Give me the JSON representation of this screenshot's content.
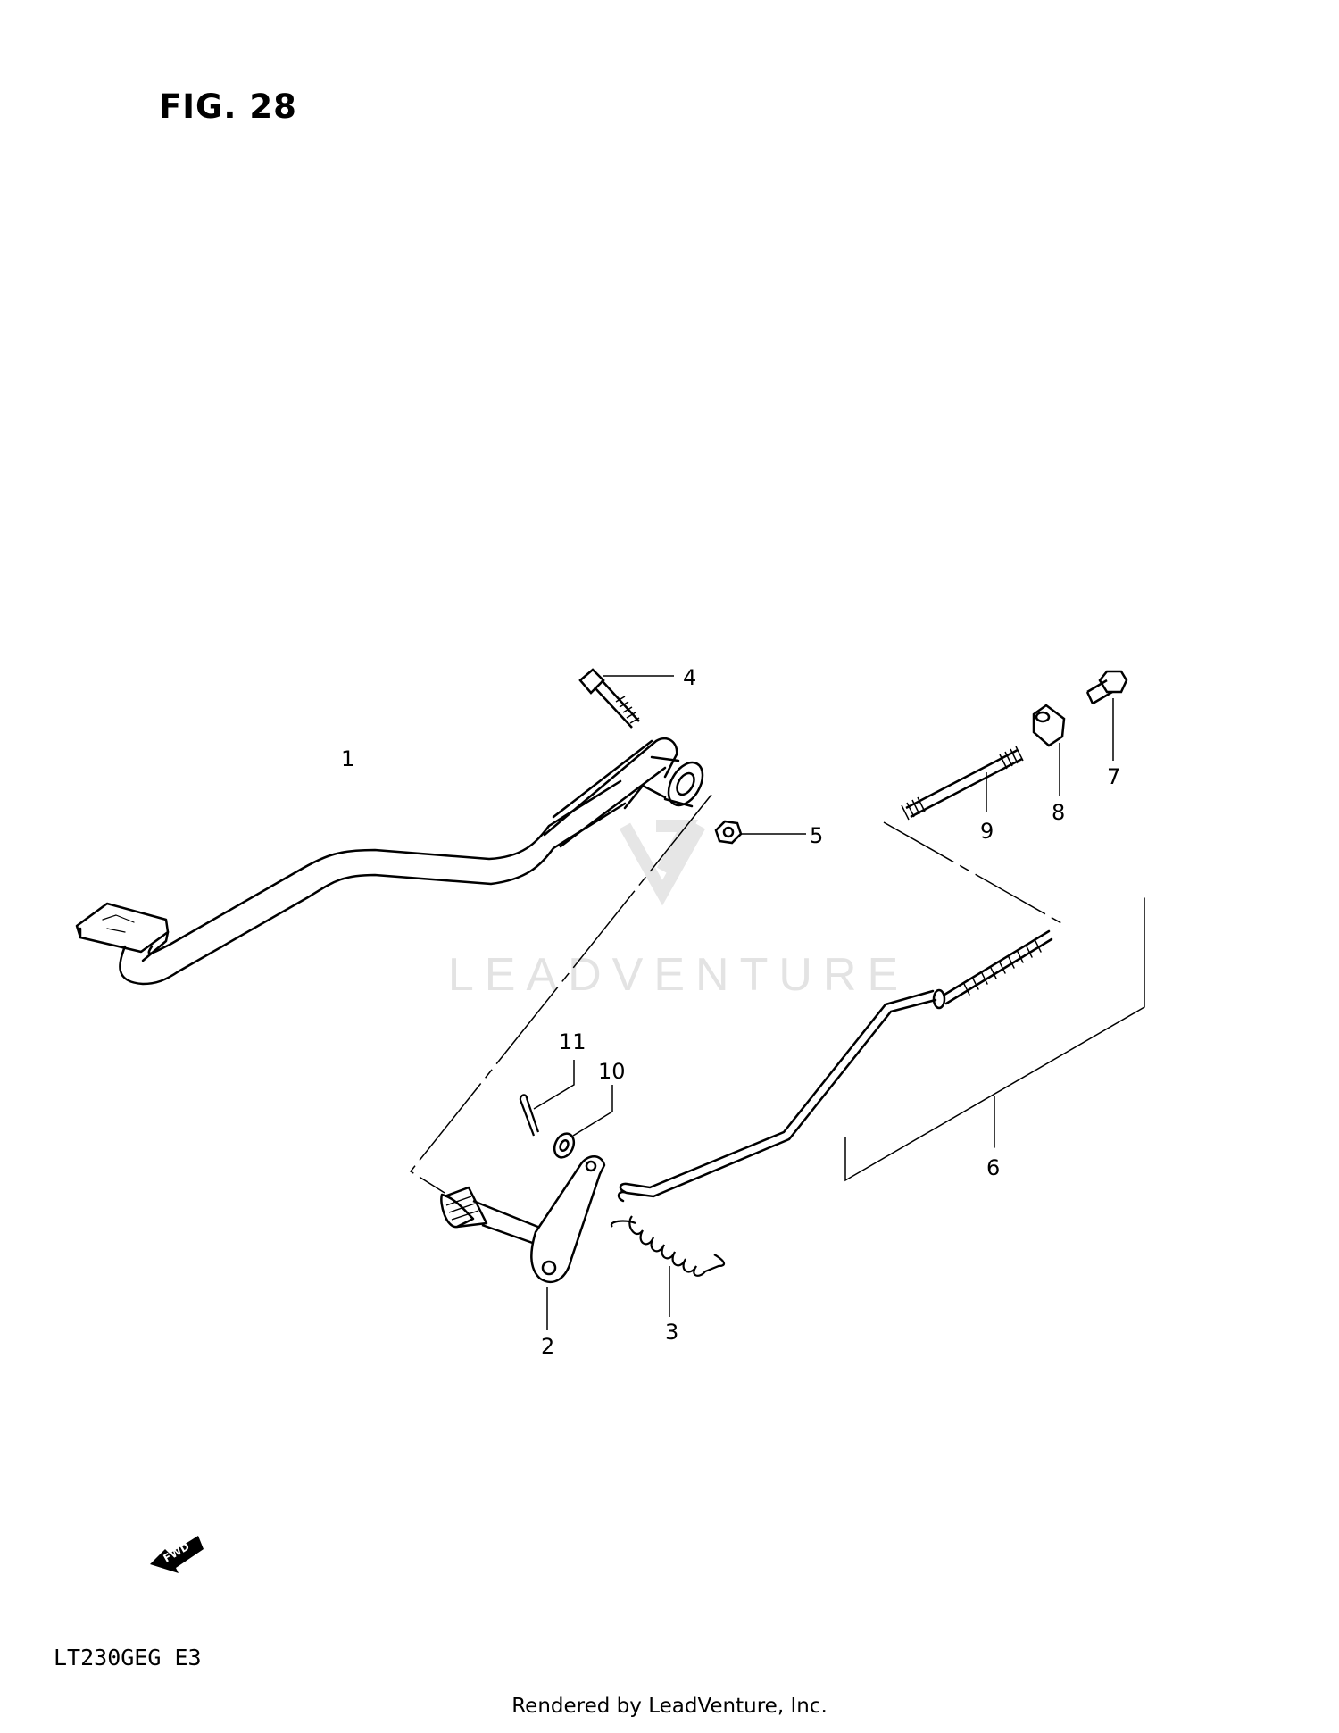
{
  "figure": {
    "title": "FIG. 28"
  },
  "model_code": "LT230GEG  E3",
  "footer": "Rendered by LeadVenture, Inc.",
  "watermark": {
    "text": "LEADVENTURE"
  },
  "fwd_arrow": {
    "label": "FWD"
  },
  "callouts": {
    "c1": "1",
    "c2": "2",
    "c3": "3",
    "c4": "4",
    "c5": "5",
    "c6": "6",
    "c7": "7",
    "c8": "8",
    "c9": "9",
    "c10": "10",
    "c11": "11"
  }
}
